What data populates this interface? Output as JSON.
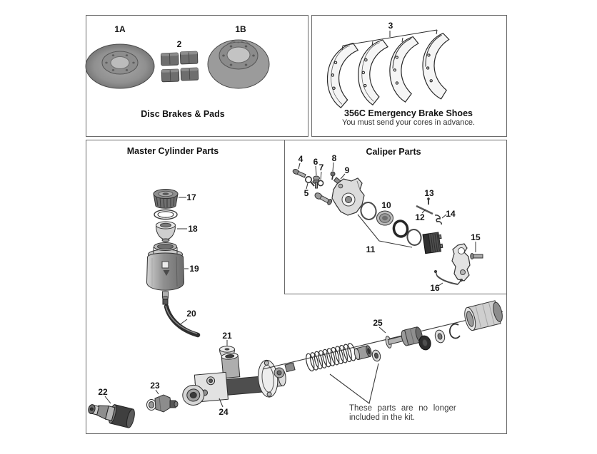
{
  "artwork": {
    "ink": "#2b2b2b",
    "paper": "#ffffff",
    "border": "#6b6b6b"
  },
  "sections": {
    "disc_brakes": {
      "title": "Disc Brakes & Pads",
      "labels": {
        "p1a": "1A",
        "p2": "2",
        "p1b": "1B"
      }
    },
    "emergency_shoes": {
      "title": "356C Emergency Brake Shoes",
      "subtitle": "You must send your cores in advance.",
      "labels": {
        "p3": "3"
      }
    },
    "master_cylinder": {
      "title": "Master Cylinder Parts",
      "labels": {
        "p17": "17",
        "p18": "18",
        "p19": "19",
        "p20": "20",
        "p21": "21",
        "p22": "22",
        "p23": "23",
        "p24": "24",
        "p25": "25"
      }
    },
    "caliper": {
      "title": "Caliper Parts",
      "labels": {
        "p4": "4",
        "p5": "5",
        "p6": "6",
        "p7": "7",
        "p8": "8",
        "p9": "9",
        "p10": "10",
        "p11": "11",
        "p12": "12",
        "p13": "13",
        "p14": "14",
        "p15": "15",
        "p16": "16"
      }
    },
    "note": {
      "line1": "These parts are no longer",
      "line2": "included in the kit."
    }
  }
}
